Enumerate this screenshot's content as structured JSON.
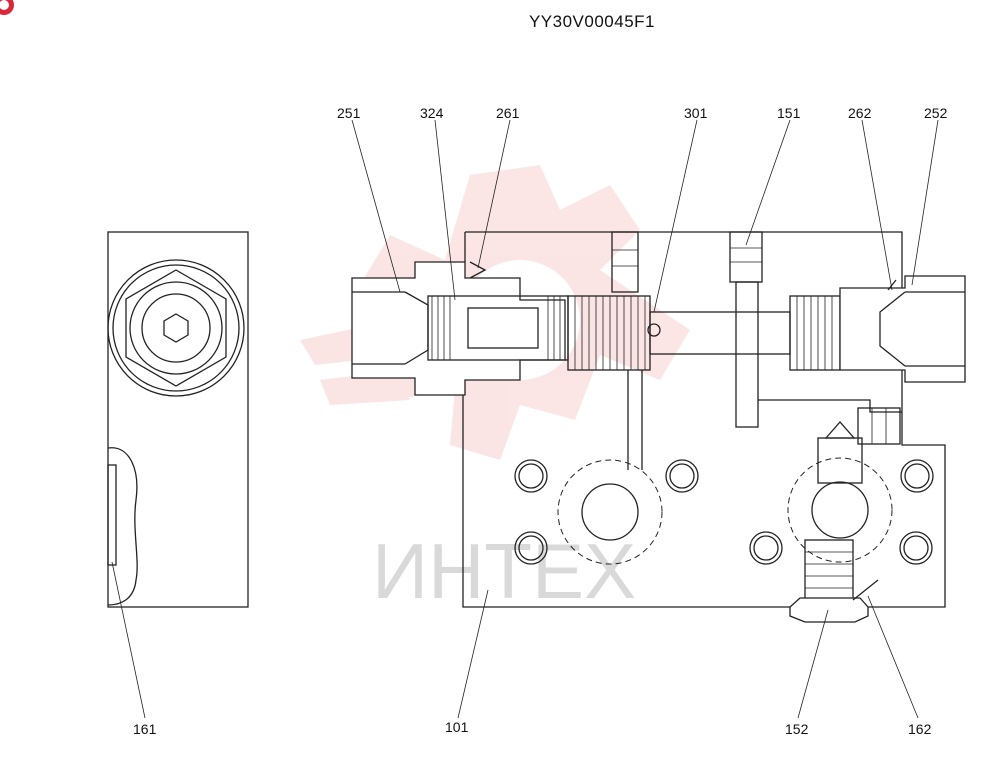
{
  "drawing": {
    "code": "YY30V00045F1",
    "watermark": "ИНТЕХ",
    "logo_color": "#f08a8a",
    "watermark_color": "#d9d9d9"
  },
  "labels": {
    "l251": "251",
    "l324": "324",
    "l261": "261",
    "l301": "301",
    "l151": "151",
    "l262": "262",
    "l252": "252",
    "l161": "161",
    "l101": "101",
    "l152": "152",
    "l162": "162"
  }
}
